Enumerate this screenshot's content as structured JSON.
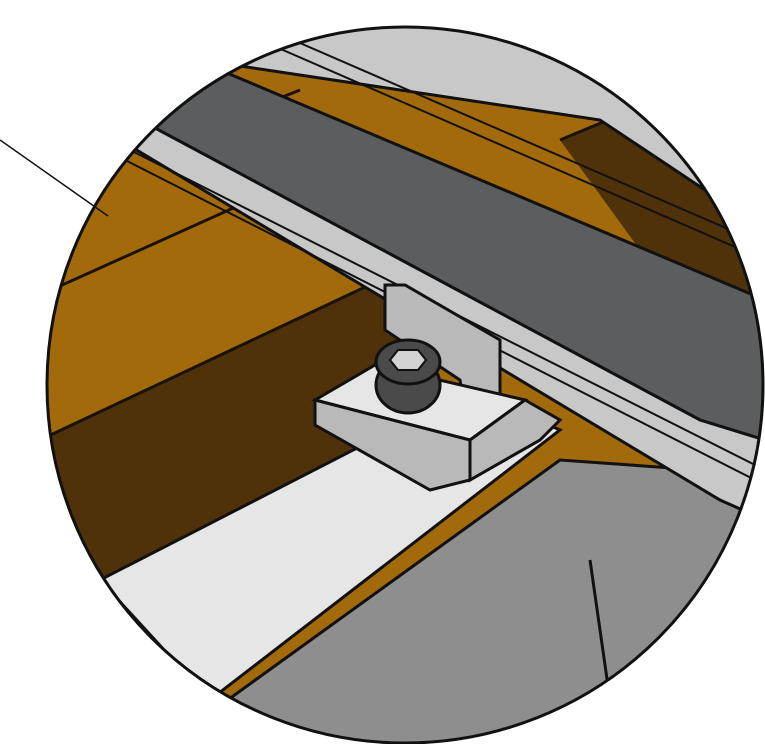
{
  "diagram": {
    "view": "magnified-detail-circle",
    "components": [
      {
        "name": "roof-tiles",
        "color": "#a36a0c"
      },
      {
        "name": "tile-shadow",
        "color": "#4f3209"
      },
      {
        "name": "mounting-rail",
        "color": "#5b5d5e"
      },
      {
        "name": "rail-highlight",
        "color": "#c8c8c8"
      },
      {
        "name": "l-bracket-clamp",
        "color": "#b9b9b9"
      },
      {
        "name": "hex-socket-bolt",
        "color": "#4a4a4a"
      },
      {
        "name": "roof-hook-plate",
        "color": "#e6e6e6"
      },
      {
        "name": "hook-arm",
        "color": "#8e8e8e"
      }
    ],
    "callout": {
      "target": "roof-tiles"
    }
  }
}
